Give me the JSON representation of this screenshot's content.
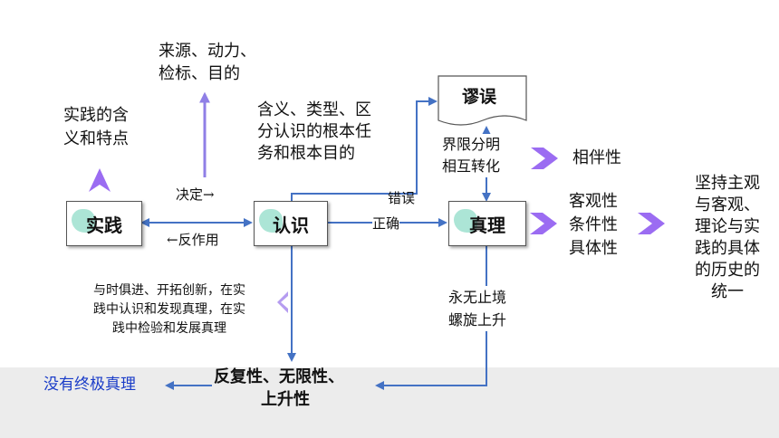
{
  "nodes": {
    "practice": "实践",
    "cognition": "认识",
    "truth": "真理",
    "error": "谬误"
  },
  "labels": {
    "source": [
      "来源、动力、",
      "检标、目的"
    ],
    "practice_meaning": [
      "实践的含",
      "义和特点"
    ],
    "cognition_meaning": [
      "含义、类型、区",
      "分认识的根本任",
      "务和根本目的"
    ],
    "decides": "决定→",
    "reacts": "←反作用",
    "wrong": "错误",
    "right": "正确",
    "boundary": [
      "界限分明",
      "相互转化"
    ],
    "companion": "相伴性",
    "truth_props": [
      "客观性",
      "条件性",
      "具体性"
    ],
    "unity": [
      "坚持主观",
      "与客观、",
      "理论与实",
      "践的具体",
      "的历史的",
      "统一"
    ],
    "endless": [
      "永无止境",
      "螺旋上升"
    ],
    "advance": [
      "与时俱进、开拓创新，在实",
      "践中认识和发现真理，在实",
      "践中检验和发展真理"
    ],
    "repetition": [
      "反复性、无限性、",
      "上升性"
    ],
    "no_ultimate": "没有终极真理"
  },
  "colors": {
    "arrow_blue": "#4472c4",
    "arrow_purple": "#8f7fe6",
    "chevron_purple": "#9b6cf2",
    "no_ultimate_text": "#1a3cc8"
  }
}
